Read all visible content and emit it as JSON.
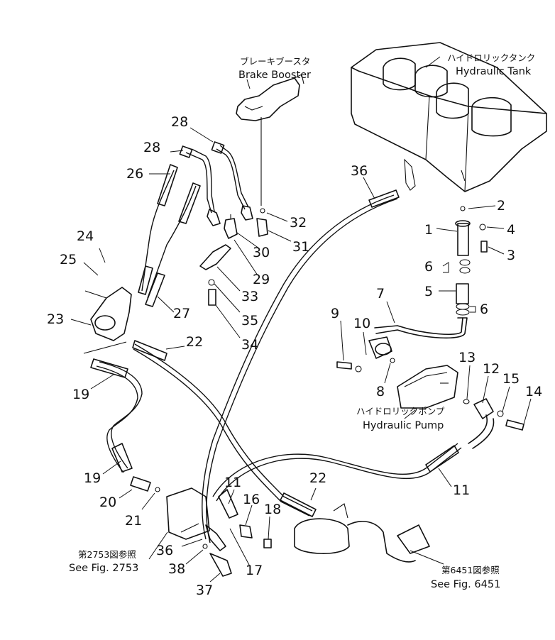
{
  "labels": {
    "brake_booster_jp": "ブレーキブースタ",
    "brake_booster_en": "Brake Booster",
    "hydraulic_tank_jp": "ハイドロリックタンク",
    "hydraulic_tank_en": "Hydraulic Tank",
    "hydraulic_pump_jp": "ハイドロリックポンプ",
    "hydraulic_pump_en": "Hydraulic Pump",
    "ref_2753_jp": "第2753図参照",
    "ref_2753_en": "See Fig. 2753",
    "ref_6451_jp": "第6451図参照",
    "ref_6451_en": "See Fig. 6451"
  },
  "callouts": [
    "28",
    "28",
    "26",
    "24",
    "25",
    "23",
    "27",
    "22",
    "19",
    "19",
    "20",
    "21",
    "36",
    "38",
    "37",
    "11",
    "16",
    "18",
    "17",
    "22",
    "30",
    "29",
    "32",
    "31",
    "33",
    "35",
    "34",
    "36",
    "2",
    "1",
    "4",
    "3",
    "6",
    "5",
    "6",
    "7",
    "9",
    "10",
    "8",
    "13",
    "12",
    "15",
    "14",
    "11"
  ]
}
